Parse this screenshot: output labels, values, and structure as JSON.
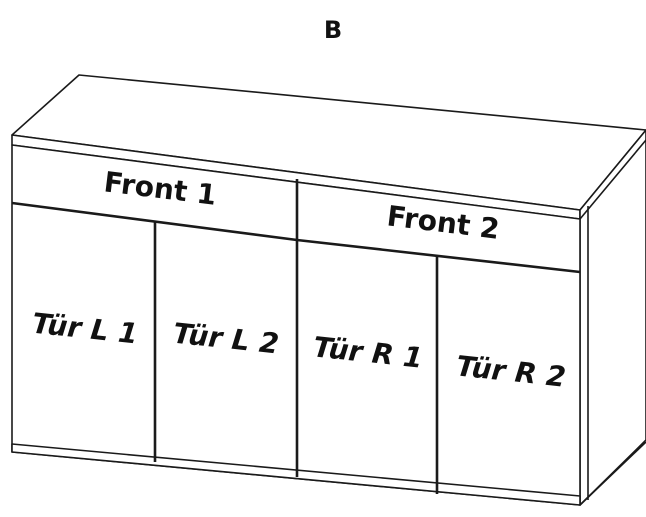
{
  "view_label": "B",
  "fronts": [
    {
      "label": "Front 1"
    },
    {
      "label": "Front 2"
    }
  ],
  "doors": [
    {
      "label": "Tür L 1"
    },
    {
      "label": "Tür L 2"
    },
    {
      "label": "Tür R 1"
    },
    {
      "label": "Tür R 2"
    }
  ],
  "colors": {
    "line": "#1a1a1a",
    "background": "#ffffff"
  }
}
